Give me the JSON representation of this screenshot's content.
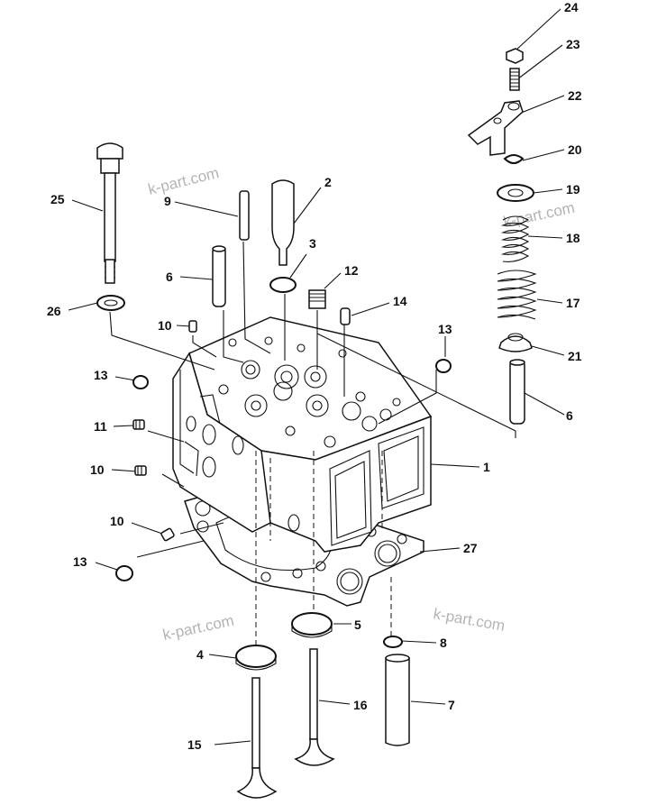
{
  "diagram": {
    "callouts": [
      "1",
      "2",
      "3",
      "4",
      "5",
      "6",
      "6",
      "7",
      "8",
      "9",
      "10",
      "10",
      "10",
      "11",
      "12",
      "13",
      "13",
      "13",
      "14",
      "15",
      "16",
      "17",
      "18",
      "19",
      "20",
      "21",
      "22",
      "23",
      "24",
      "25",
      "26",
      "27"
    ],
    "watermarks": [
      "k-part.com",
      "k-part.com",
      "k-part.com",
      "k-part.com"
    ]
  }
}
